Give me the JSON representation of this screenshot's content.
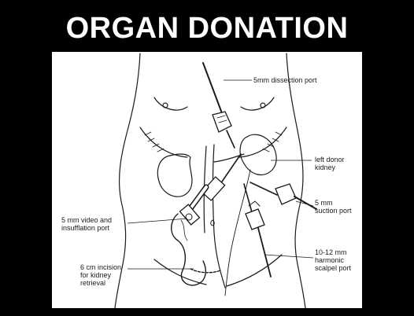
{
  "title": "ORGAN DONATION",
  "labels": {
    "dissection_port": "5mm dissection port",
    "donor_kidney": [
      "left donor",
      "kidney"
    ],
    "suction_port": [
      "5 mm",
      "suction port"
    ],
    "video_port": [
      "5 mm video and",
      "insufflation port"
    ],
    "harmonic_port": [
      "10-12 mm",
      "harmonic",
      "scalpel port"
    ],
    "incision": [
      "6 cm incision",
      "for kidney",
      "retrieval"
    ]
  },
  "colors": {
    "background": "#000000",
    "title": "#ffffff",
    "figure_bg": "#ffffff",
    "ink": "#1a1a1a"
  }
}
